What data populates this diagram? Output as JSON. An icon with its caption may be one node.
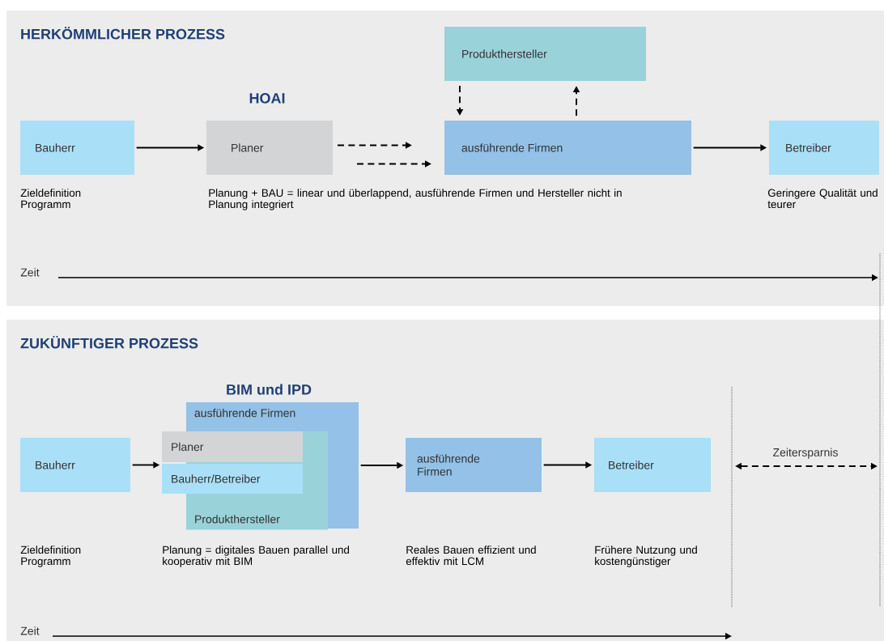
{
  "diagram": {
    "nodes": [
      {
        "text": [
          "HERKÖMMLICHER PROZESS"
        ]
      },
      {
        "text": [
          "Bauherr"
        ],
        "in": 0,
        "beside": [
          "Zieldefinition Programm"
        ]
      },
      {
        "text": [
          "Planer"
        ],
        "in": 0,
        "beside": [
          "HOAI"
        ]
      },
      {
        "text": [
          "Produkthersteller"
        ],
        "in": 0
      },
      {
        "text": [
          "ausführende Firmen"
        ],
        "in": 0
      },
      {
        "text": [
          "Betreiber"
        ],
        "in": 0,
        "beside": [
          "Geringere Qualität und teurer"
        ]
      },
      {
        "text": [
          "ZUKÜNFTIGER PROZESS"
        ]
      },
      {
        "text": [
          "Bauherr"
        ],
        "in": 6
      },
      {
        "text": [
          "ausführende Firmen"
        ],
        "in": 6,
        "beside": [
          "BIM und IPD"
        ]
      },
      {
        "text": [
          "Produkthersteller"
        ],
        "in": 8
      },
      {
        "text": [
          "Planer"
        ],
        "in": 6
      },
      {
        "text": [
          "Bauherr/Betreiber"
        ],
        "in": 6
      },
      {
        "text": [
          "ausführende Firmen"
        ],
        "in": 6
      },
      {
        "text": [
          "Betreiber"
        ],
        "in": 6
      }
    ],
    "edges": [
      {
        "from": 1,
        "to": 2,
        "arrow": "to"
      },
      {
        "from": 2,
        "to": 4,
        "arrow": "to",
        "style": "dashed"
      },
      {
        "from": 2,
        "to": 4,
        "arrow": "to",
        "style": "dashed"
      },
      {
        "from": 3,
        "to": 4,
        "arrow": "to",
        "style": "dashed"
      },
      {
        "from": 4,
        "to": 3,
        "arrow": "to",
        "style": "dashed"
      },
      {
        "from": 4,
        "to": 5,
        "arrow": "to"
      },
      {
        "from": 7,
        "to": 11,
        "arrow": "to"
      },
      {
        "from": 8,
        "to": 12,
        "arrow": "to"
      },
      {
        "from": 12,
        "to": 13,
        "arrow": "to"
      }
    ],
    "labels": [
      "Planung + BAU = linear und überlappend, ausführende Firmen und Hersteller nicht in Planung integriert",
      "Zeit",
      "Zieldefinition Programm",
      "Planung = digitales Bauen parallel und kooperativ mit BIM",
      "Reales Bauen effizient und effektiv mit LCM",
      "Frühere Nutzung und kostengünstiger",
      "Zeitersparnis",
      "Zeit"
    ]
  }
}
